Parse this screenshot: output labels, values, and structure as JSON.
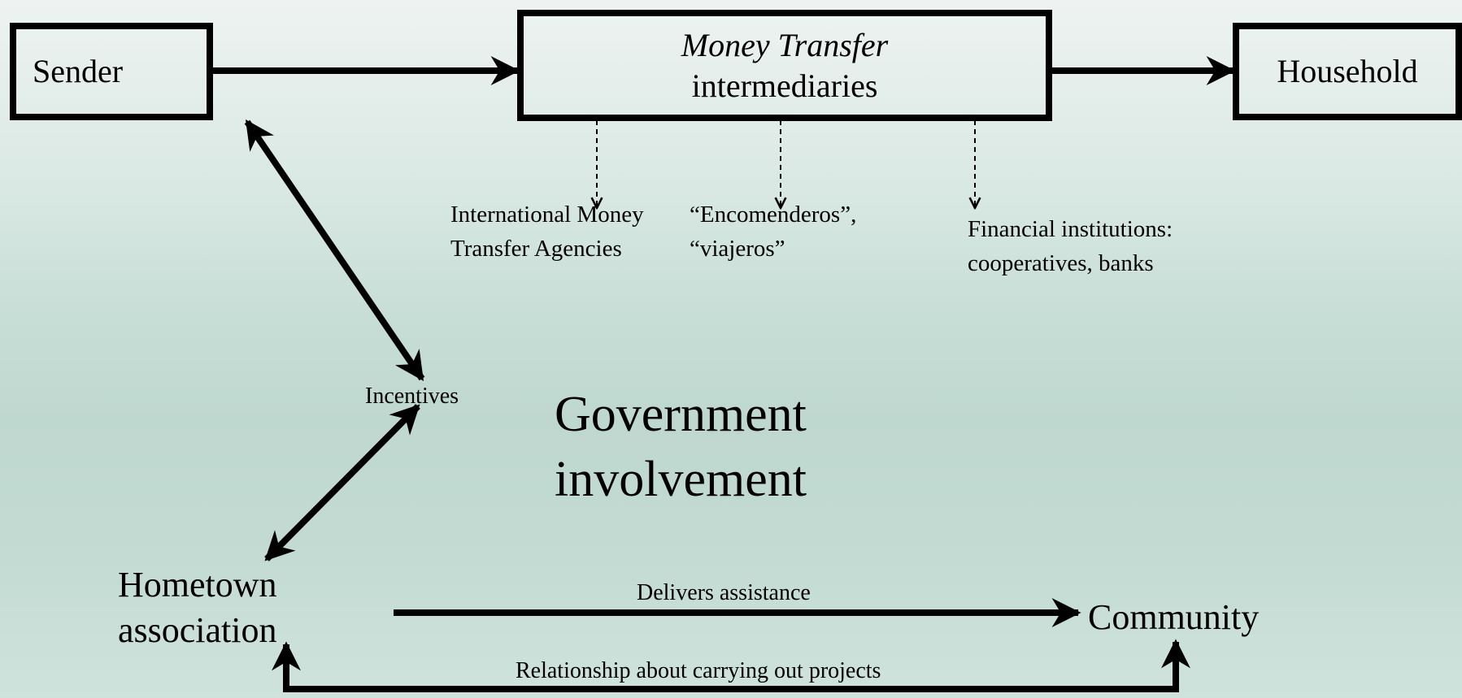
{
  "nodes": {
    "sender": "Sender",
    "intermediaries_title": "Money Transfer",
    "intermediaries_sub": "intermediaries",
    "household": "Household",
    "hometown_line1": "Hometown",
    "hometown_line2": "association",
    "community": "Community",
    "government_line1": "Government",
    "government_line2": "involvement"
  },
  "channels": {
    "imta_line1": "International Money",
    "imta_line2": "Transfer Agencies",
    "encomenderos_line1": "“Encomenderos”,",
    "encomenderos_line2": "“viajeros”",
    "financial_line1": "Financial institutions:",
    "financial_line2": "cooperatives, banks"
  },
  "edges": {
    "incentives": "Incentives",
    "delivers_assistance": "Delivers assistance",
    "relationship": "Relationship about carrying out projects"
  },
  "colors": {
    "background": "#c7ded6",
    "ink": "#000000"
  }
}
